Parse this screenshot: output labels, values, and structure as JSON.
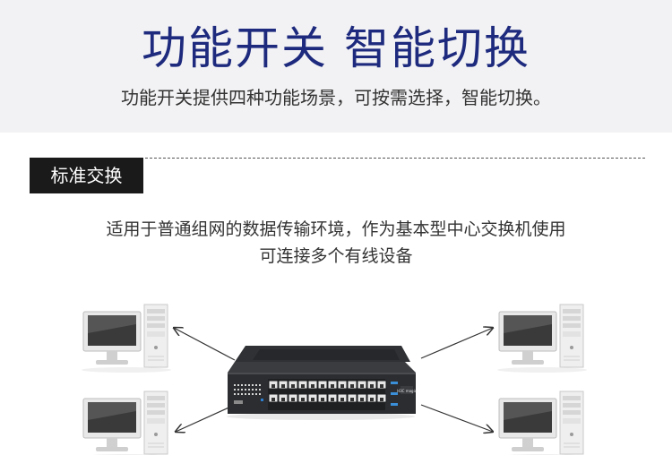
{
  "header": {
    "title": "功能开关 智能切换",
    "subtitle": "功能开关提供四种功能场景，可按需选择，智能切换。"
  },
  "section": {
    "label": "标准交换",
    "description_line1": "适用于普通组网的数据传输环境，作为基本型中心交换机使用",
    "description_line2": "可连接多个有线设备"
  },
  "diagram": {
    "switch_brand": "H3C magic",
    "colors": {
      "title": "#1d2a7d",
      "switch_body": "#2b2d30",
      "port_light": "#3a8fd8"
    }
  }
}
